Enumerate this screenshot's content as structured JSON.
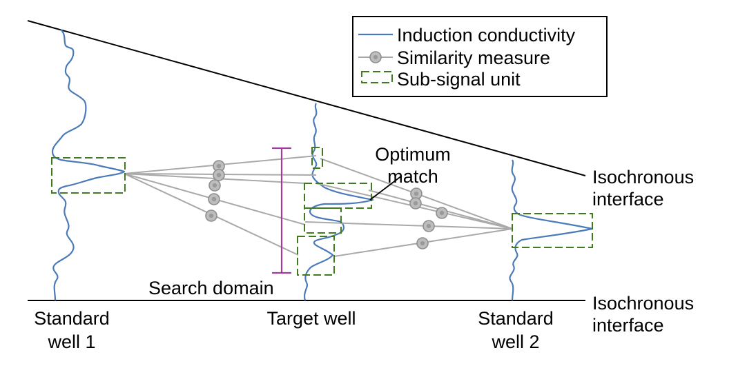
{
  "legend": {
    "induction": "Induction conductivity",
    "similarity": "Similarity measure",
    "subsignal": "Sub-signal unit"
  },
  "labels": {
    "iso_top": [
      "Isochronous",
      "interface"
    ],
    "iso_bottom": [
      "Isochronous",
      "interface"
    ],
    "well1": [
      "Standard",
      "well 1"
    ],
    "target": "Target well",
    "well2": [
      "Standard",
      "well 2"
    ],
    "optimum": [
      "Optimum",
      "match"
    ],
    "search": "Search domain"
  },
  "colors": {
    "log_curve": "#4a7ab8",
    "sub_signal_box": "#3f7a1f",
    "similarity_line": "#a9a9a9",
    "search_domain": "#a33b9a"
  }
}
